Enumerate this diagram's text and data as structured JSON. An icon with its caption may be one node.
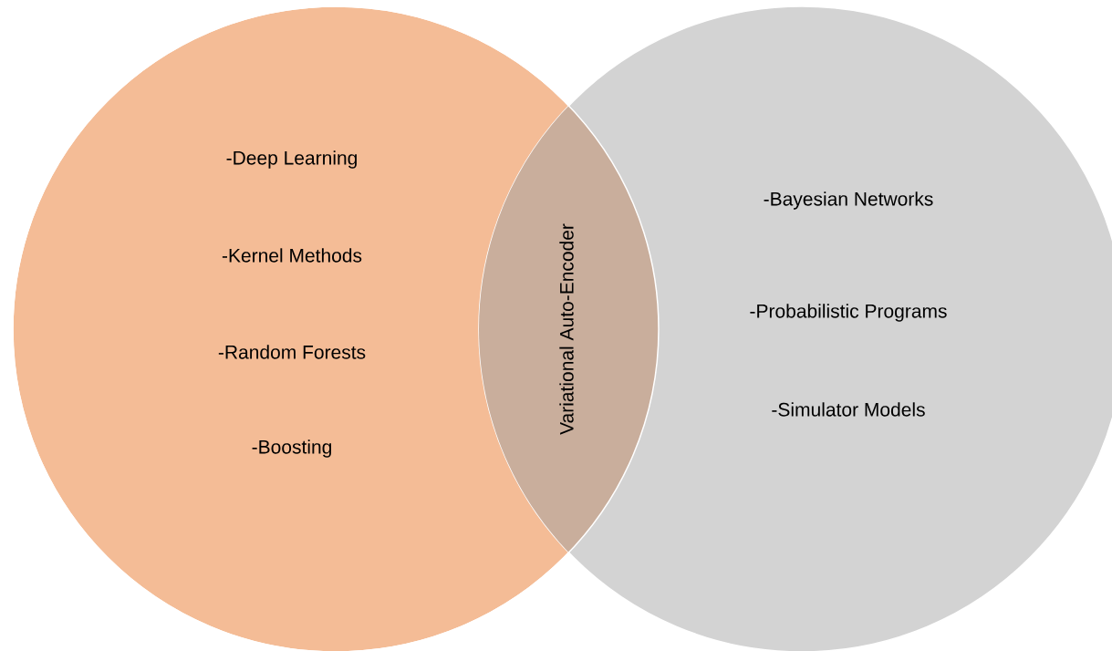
{
  "diagram": {
    "nodes": [
      {
        "text": [
          "-Deep Learning",
          "-Kernel Methods",
          "-Random Forests",
          "-Boosting"
        ]
      },
      {
        "text": [
          "-Bayesian Networks",
          "-Probabilistic Programs",
          "-Simulator Models"
        ]
      }
    ],
    "labels": [
      "Variational Auto-Encoder"
    ]
  }
}
